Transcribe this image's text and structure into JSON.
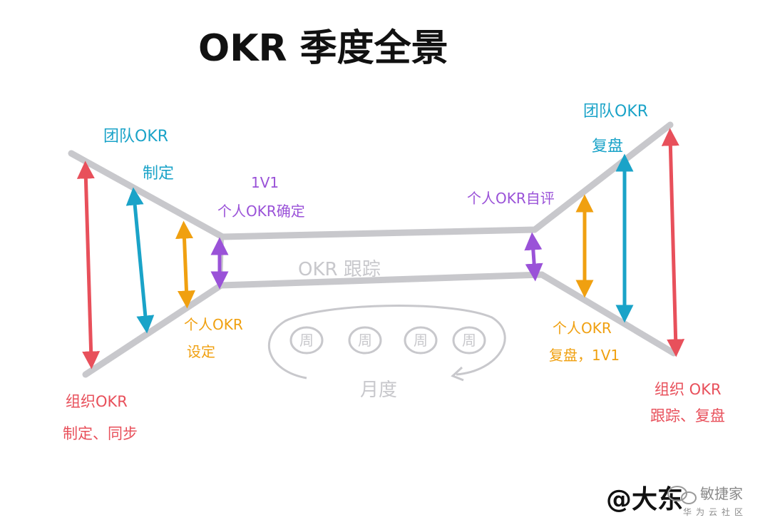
{
  "title": "OKR 季度全景",
  "left": {
    "team_line1": "团队OKR",
    "team_line2": "制定",
    "oneonone_line1": "1V1",
    "oneonone_line2": "个人OKR确定",
    "individual_line1": "个人OKR",
    "individual_line2": "设定",
    "org_line1": "组织OKR",
    "org_line2": "制定、同步"
  },
  "center": {
    "tracking": "OKR 跟踪",
    "weeks": [
      "周",
      "周",
      "周",
      "周"
    ],
    "month": "月度"
  },
  "right": {
    "self_eval": "个人OKR自评",
    "team_line1": "团队OKR",
    "team_line2": "复盘",
    "individual_line1": "个人OKR",
    "individual_line2": "复盘，1V1",
    "org_line1": "组织 OKR",
    "org_line2": "跟踪、复盘"
  },
  "signature": "@大东",
  "watermark": {
    "name": "敏捷家",
    "sub": "华为云社区"
  },
  "colors": {
    "org": "#e8505b",
    "team": "#1aa3c8",
    "individual": "#f0a010",
    "oneonone": "#9a52d8",
    "outline": "#c8c8cc"
  }
}
